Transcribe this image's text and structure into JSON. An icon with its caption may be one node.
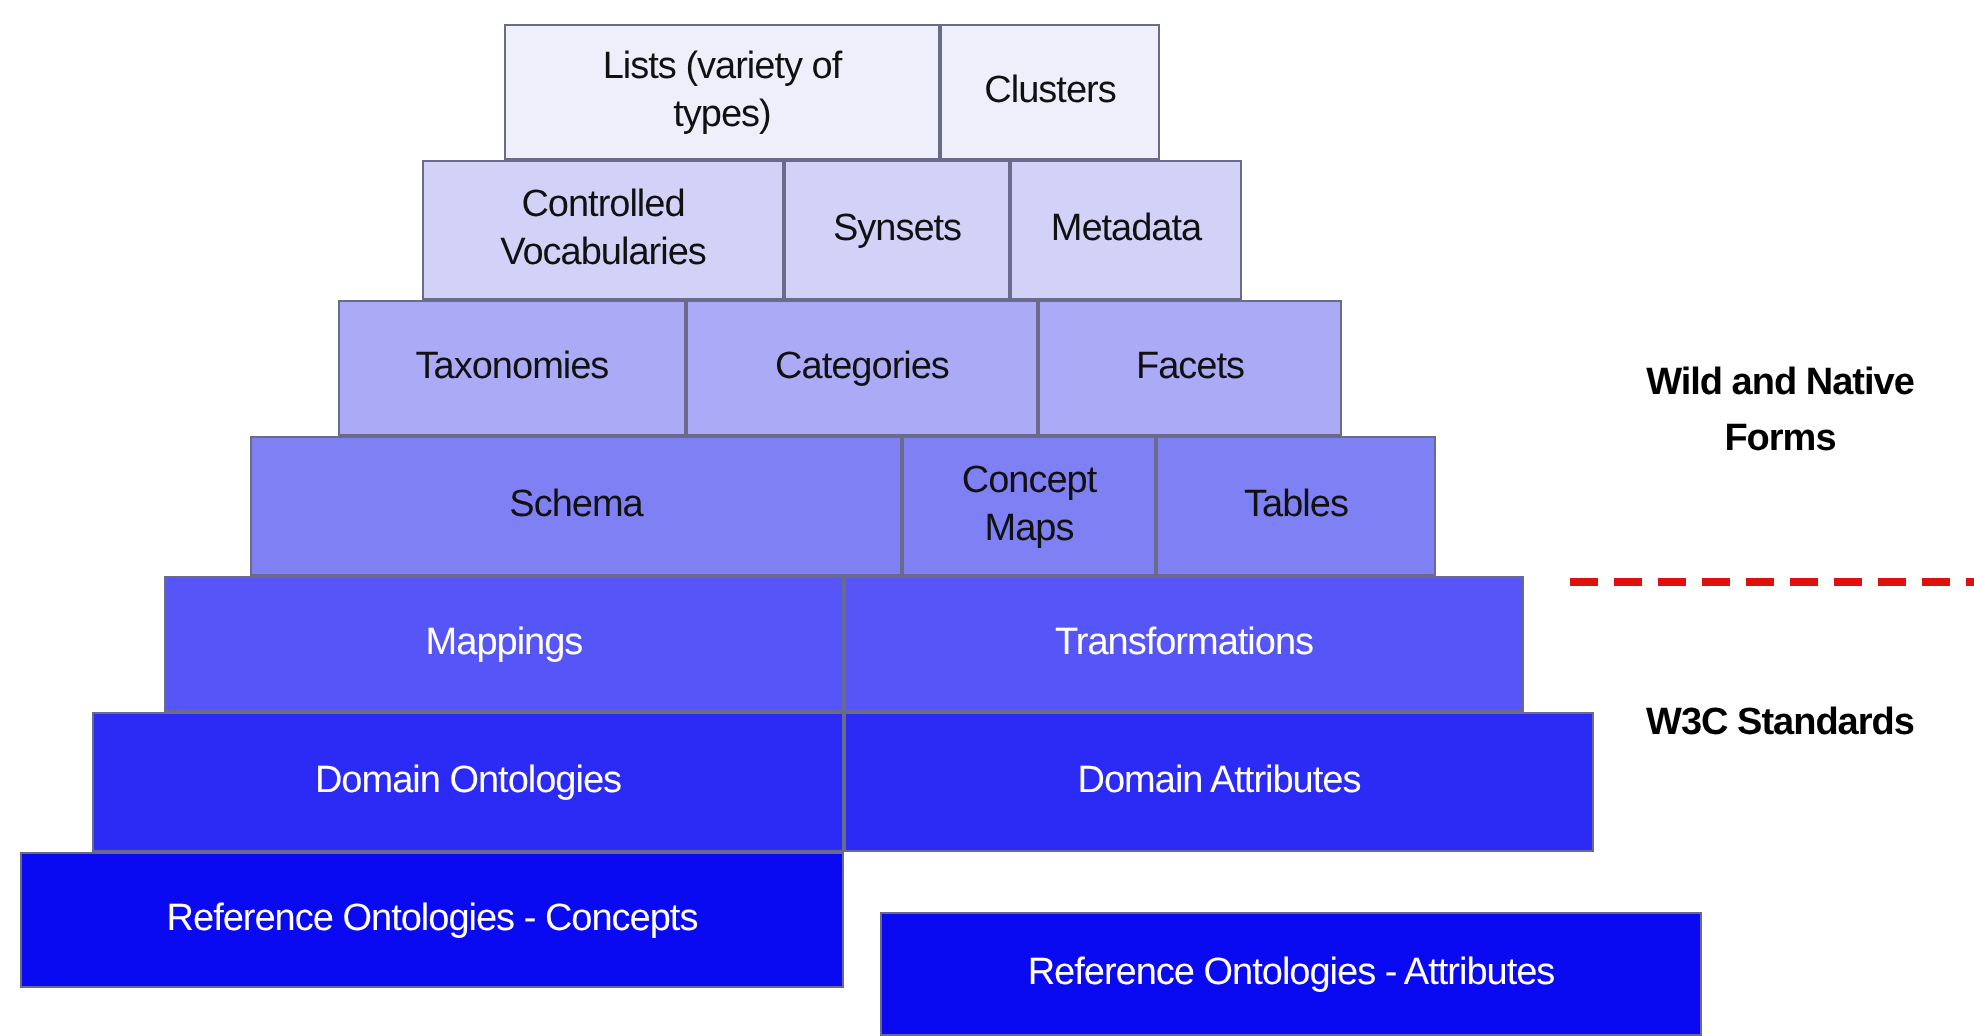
{
  "diagram": {
    "nodes": [
      {
        "text": [
          "Lists (variety of types)"
        ]
      },
      {
        "text": [
          "Clusters"
        ]
      },
      {
        "text": [
          "Controlled Vocabularies"
        ]
      },
      {
        "text": [
          "Synsets"
        ]
      },
      {
        "text": [
          "Metadata"
        ]
      },
      {
        "text": [
          "Taxonomies"
        ]
      },
      {
        "text": [
          "Categories"
        ]
      },
      {
        "text": [
          "Facets"
        ]
      },
      {
        "text": [
          "Schema"
        ]
      },
      {
        "text": [
          "Concept Maps"
        ]
      },
      {
        "text": [
          "Tables"
        ]
      },
      {
        "text": [
          "Mappings"
        ]
      },
      {
        "text": [
          "Transformations"
        ]
      },
      {
        "text": [
          "Domain Ontologies"
        ]
      },
      {
        "text": [
          "Domain Attributes"
        ]
      },
      {
        "text": [
          "Reference Ontologies - Concepts"
        ]
      },
      {
        "text": [
          "Reference Ontologies - Attributes"
        ]
      }
    ],
    "edges": [],
    "labels": [
      "Wild and Native Forms",
      "W3C Standards"
    ]
  }
}
